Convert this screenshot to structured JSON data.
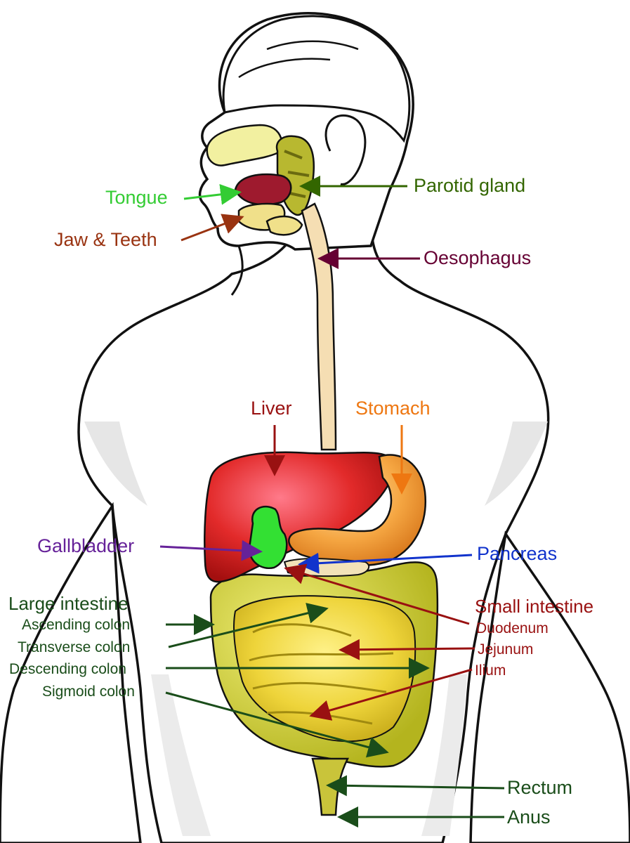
{
  "colors": {
    "tongue": "#33cc33",
    "jaw_teeth": "#993311",
    "parotid": "#336600",
    "oesophagus": "#660033",
    "liver": "#991111",
    "stomach": "#ee7711",
    "gallbladder": "#662299",
    "pancreas": "#1133cc",
    "large_intestine": "#1a4d1a",
    "small_intestine": "#991111",
    "rectum_anus": "#1a4d1a"
  },
  "labels": {
    "tongue": "Tongue",
    "jaw_teeth": "Jaw & Teeth",
    "parotid_gland": "Parotid gland",
    "oesophagus": "Oesophagus",
    "liver": "Liver",
    "stomach": "Stomach",
    "gallbladder": "Gallbladder",
    "pancreas": "Pancreas",
    "large_intestine": {
      "title": "Large intestine",
      "parts": [
        "Ascending colon",
        "Transverse colon",
        "Descending colon",
        "Sigmoid colon"
      ]
    },
    "small_intestine": {
      "title": "Small intestine",
      "parts": [
        "Duodenum",
        "Jejunum",
        "Ilium"
      ]
    },
    "rectum": "Rectum",
    "anus": "Anus"
  }
}
